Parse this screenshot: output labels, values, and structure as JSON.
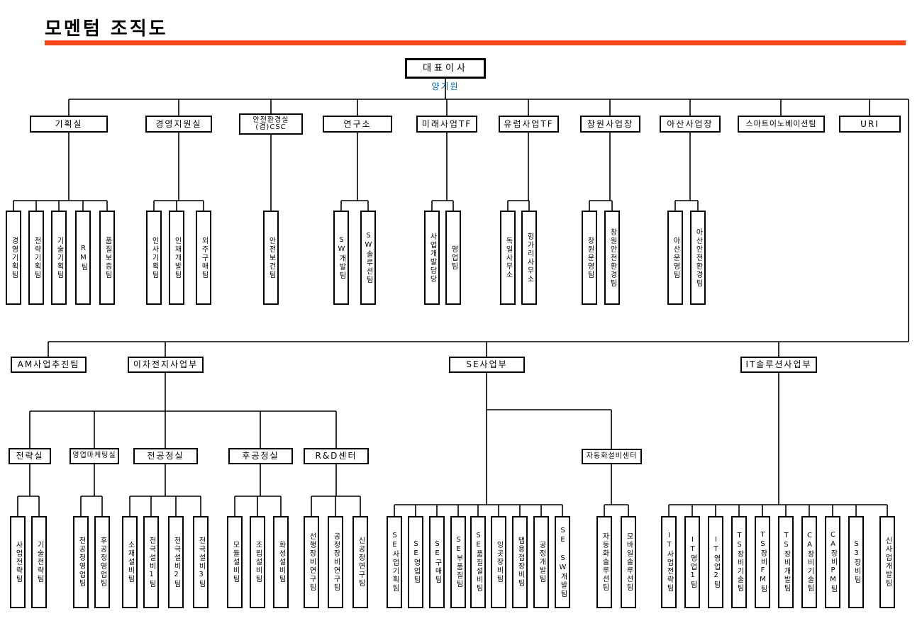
{
  "title": "모멘텀 조직도",
  "colors": {
    "accent_bar": "#FA4616",
    "ceo_name": "#0070C0",
    "lines": "#000000"
  },
  "org": {
    "ceo": {
      "label": "대표이사",
      "name": "양기원"
    },
    "level1": [
      {
        "label": "기획실",
        "children": [
          "경영기획팀",
          "전략기획팀",
          "기술기획팀",
          "RM팀",
          "품질보증팀"
        ]
      },
      {
        "label": "경영지원실",
        "children": [
          "인사기획팀",
          "인재개발팀",
          "외주구매팀"
        ]
      },
      {
        "label": "안전환경실",
        "label2": "(겸)CSC",
        "children": [
          "안전보건팀"
        ]
      },
      {
        "label": "연구소",
        "children": [
          "SW개발팀",
          "SW솔루션팀"
        ]
      },
      {
        "label": "미래사업TF",
        "children": [
          "사업개발담당",
          "영업팀"
        ]
      },
      {
        "label": "유럽사업TF",
        "children": [
          "독일사무소",
          "헝가리사무소"
        ]
      },
      {
        "label": "창원사업장",
        "children": [
          "창원운영팀",
          "창원안전환경팀"
        ]
      },
      {
        "label": "아산사업장",
        "children": [
          "아산운영팀",
          "아산안전환경팀"
        ]
      },
      {
        "label": "스마트이노베이션팀",
        "children": []
      },
      {
        "label": "URI",
        "children": []
      }
    ],
    "level2": [
      {
        "label": "AM사업추진팀"
      },
      {
        "label": "이차전지사업부",
        "offices": [
          {
            "label": "전략실",
            "children": [
              "사업전략팀",
              "기술전략팀"
            ]
          },
          {
            "label": "영업마케팅실",
            "children": [
              "전공정영업팀",
              "후공정영업팀"
            ]
          },
          {
            "label": "전공정실",
            "children": [
              "소재설비팀",
              "전극설비1팀",
              "전극설비2팀",
              "전극설비3팀"
            ]
          },
          {
            "label": "후공정실",
            "children": [
              "모듈설비팀",
              "조립설비팀",
              "화성설비팀"
            ]
          },
          {
            "label": "R&D센터",
            "children": [
              "선행장비연구팀",
              "공정장비연구팀",
              "신공정연구팀"
            ]
          }
        ]
      },
      {
        "label": "SE사업부",
        "children": [
          "SE사업기획팀",
          "SE영업팀",
          "SE구매팀",
          "SE부품질팀",
          "SE품질설비팀",
          "잉곳장비팀",
          "탭용접장비팀",
          "공정개발팀",
          "SE SW개발팀"
        ],
        "sub_center": {
          "label": "자동화설비센터",
          "children": [
            "자동화솔루션팀",
            "모바일솔루션팀"
          ]
        }
      },
      {
        "label": "IT솔루션사업부",
        "children": [
          "IT사업전략팀",
          "IT영업1팀",
          "IT영업2팀",
          "TS장비기술팀",
          "TS장비FM팀",
          "TS장비개발팀",
          "CA장비기술팀",
          "CA장비PM팀",
          "S3장비팀",
          "신사업개발팀"
        ]
      }
    ]
  }
}
